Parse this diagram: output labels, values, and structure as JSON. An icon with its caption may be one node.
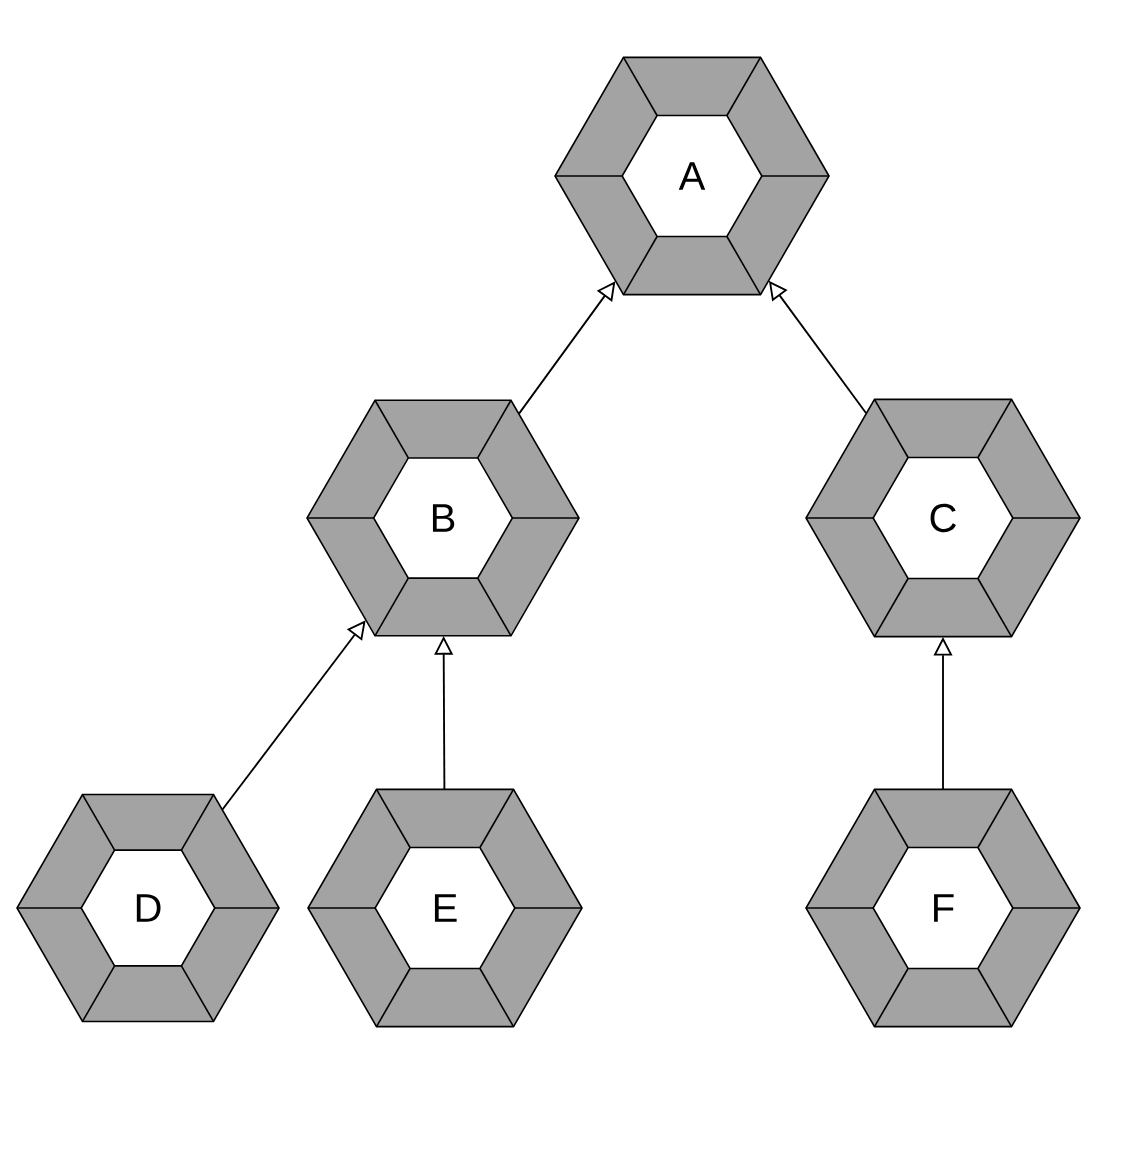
{
  "diagram": {
    "nodes": [
      {
        "text": [
          "A"
        ]
      },
      {
        "text": [
          "B"
        ]
      },
      {
        "text": [
          "C"
        ]
      },
      {
        "text": [
          "D"
        ]
      },
      {
        "text": [
          "E"
        ]
      },
      {
        "text": [
          "F"
        ]
      }
    ],
    "edges": [
      {
        "from": 1,
        "to": 0,
        "arrow": "to"
      },
      {
        "from": 2,
        "to": 0,
        "arrow": "to"
      },
      {
        "from": 3,
        "to": 1,
        "arrow": "to"
      },
      {
        "from": 4,
        "to": 1,
        "arrow": "to"
      },
      {
        "from": 5,
        "to": 2,
        "arrow": "to"
      }
    ]
  }
}
